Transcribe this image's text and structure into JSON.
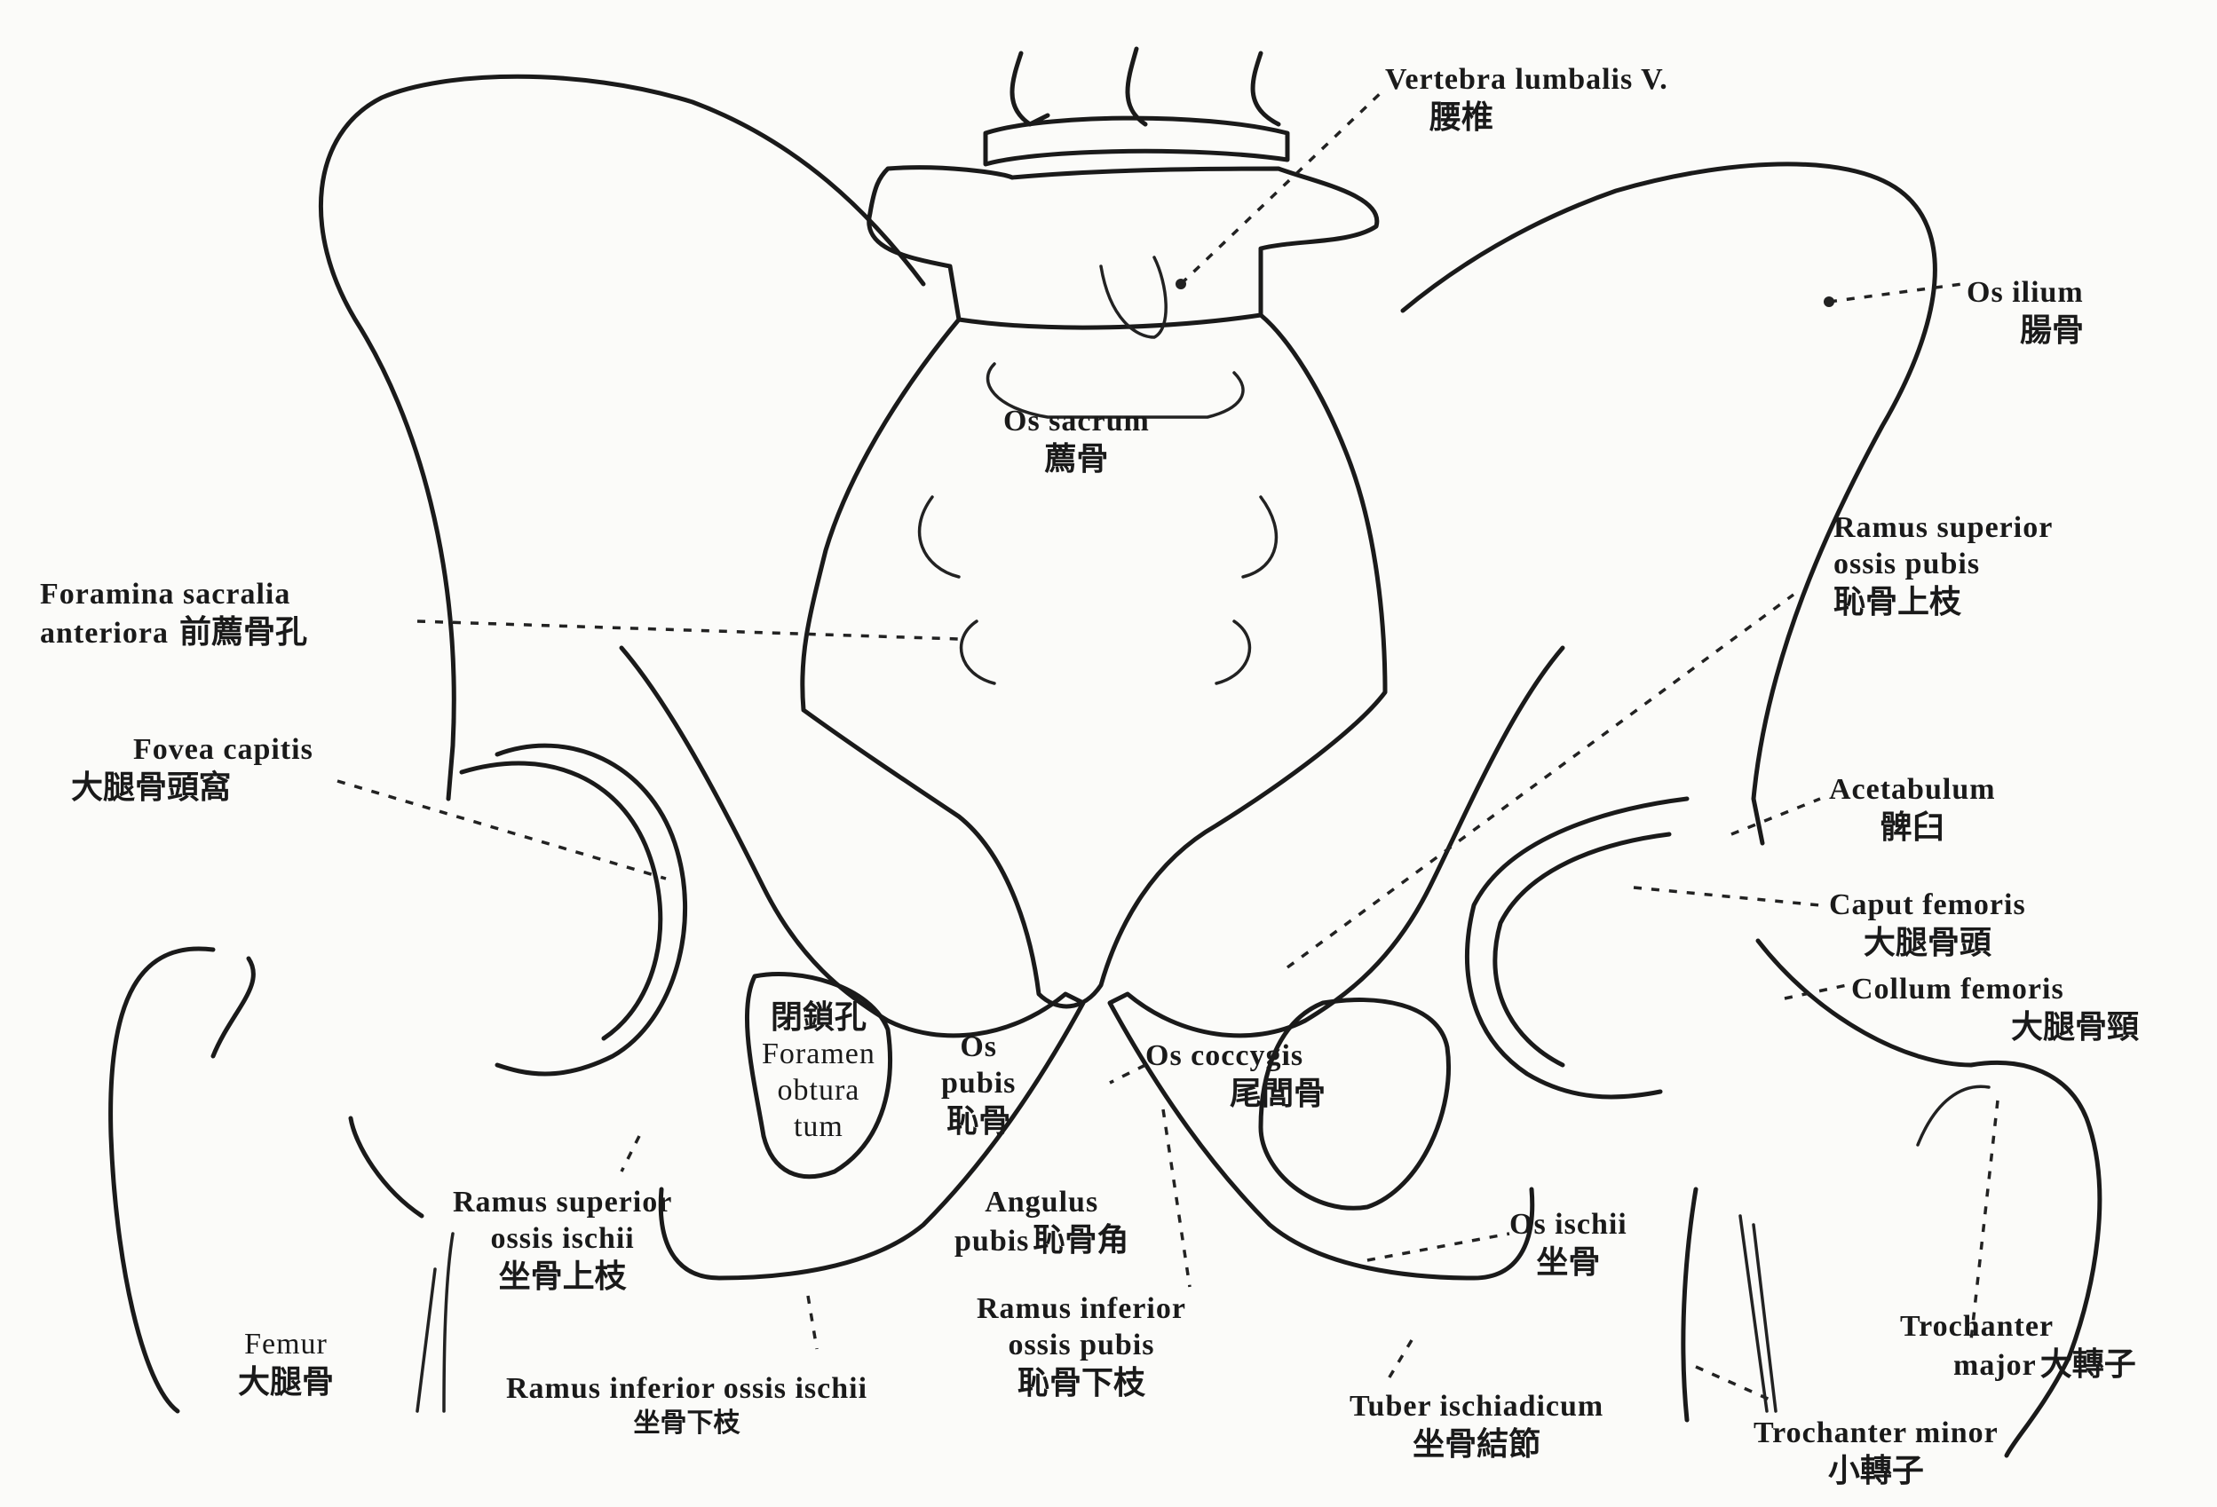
{
  "labels": {
    "vertebra": {
      "en": "Vertebra lumbalis V.",
      "zh": "腰椎"
    },
    "os_ilium": {
      "en": "Os ilium",
      "zh": "腸骨"
    },
    "os_sacrum": {
      "en": "Os sacrum",
      "zh": "薦骨"
    },
    "ramus_sup_pubis": {
      "en1": "Ramus superior",
      "en2": "ossis pubis",
      "zh": "恥骨上枝"
    },
    "foramina": {
      "en1": "Foramina sacralia",
      "en2": "anteriora",
      "zh": "前薦骨孔"
    },
    "fovea": {
      "en": "Fovea capitis",
      "zh": "大腿骨頭窩"
    },
    "acetabulum": {
      "en": "Acetabulum",
      "zh": "髀臼"
    },
    "caput": {
      "en": "Caput femoris",
      "zh": "大腿骨頭"
    },
    "collum": {
      "en": "Collum femoris",
      "zh": "大腿骨頸"
    },
    "foramen_obturatum": {
      "zh": "閉鎖孔",
      "en1": "Foramen",
      "en2": "obtura",
      "en3": "tum"
    },
    "os_pubis": {
      "en1": "Os",
      "en2": "pubis",
      "zh": "恥骨"
    },
    "os_coccygis": {
      "en": "Os coccygis",
      "zh": "尾閭骨"
    },
    "angulus": {
      "en1": "Angulus",
      "en2": "pubis",
      "zh": "恥骨角"
    },
    "ramus_sup_ischii": {
      "en1": "Ramus superior",
      "en2": "ossis ischii",
      "zh": "坐骨上枝"
    },
    "os_ischii": {
      "en": "Os ischii",
      "zh": "坐骨"
    },
    "ramus_inf_pubis": {
      "en1": "Ramus inferior",
      "en2": "ossis pubis",
      "zh": "恥骨下枝"
    },
    "femur": {
      "en": "Femur",
      "zh": "大腿骨"
    },
    "ramus_inf_ischii": {
      "en": "Ramus inferior ossis ischii",
      "zh": "坐骨下枝"
    },
    "tuber": {
      "en": "Tuber ischiadicum",
      "zh": "坐骨結節"
    },
    "troch_major": {
      "en1": "Trochanter",
      "en2": "major",
      "zh": "大轉子"
    },
    "troch_minor": {
      "en": "Trochanter minor",
      "zh": "小轉子"
    }
  }
}
